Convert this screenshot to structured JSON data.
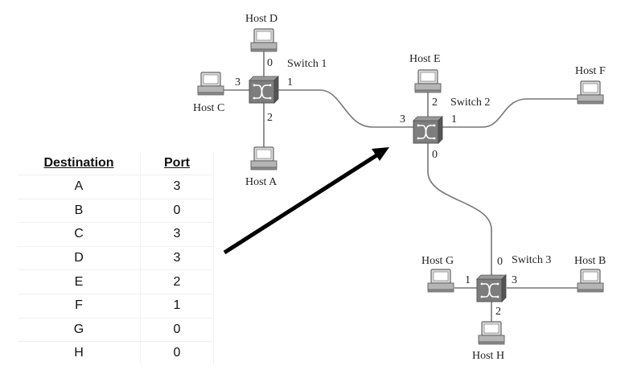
{
  "table": {
    "headers": [
      "Destination",
      "Port"
    ],
    "rows": [
      {
        "destination": "A",
        "port": "3"
      },
      {
        "destination": "B",
        "port": "0"
      },
      {
        "destination": "C",
        "port": "3"
      },
      {
        "destination": "D",
        "port": "3"
      },
      {
        "destination": "E",
        "port": "2"
      },
      {
        "destination": "F",
        "port": "1"
      },
      {
        "destination": "G",
        "port": "0"
      },
      {
        "destination": "H",
        "port": "0"
      }
    ]
  },
  "switches": {
    "s1": {
      "label": "Switch 1",
      "ports": {
        "p0": "0",
        "p1": "1",
        "p2": "2",
        "p3": "3"
      }
    },
    "s2": {
      "label": "Switch 2",
      "ports": {
        "p0": "0",
        "p1": "1",
        "p2": "2",
        "p3": "3"
      }
    },
    "s3": {
      "label": "Switch 3",
      "ports": {
        "p0": "0",
        "p1": "1",
        "p2": "2",
        "p3": "3"
      }
    }
  },
  "hosts": {
    "A": "Host A",
    "B": "Host B",
    "C": "Host C",
    "D": "Host D",
    "E": "Host E",
    "F": "Host F",
    "G": "Host G",
    "H": "Host H"
  },
  "arrow": {
    "points_to": "Switch 2",
    "color": "#000000"
  },
  "colors": {
    "switch_fill": "#7a7a7a",
    "host_fill": "#b5b5b5",
    "link": "#777777"
  }
}
